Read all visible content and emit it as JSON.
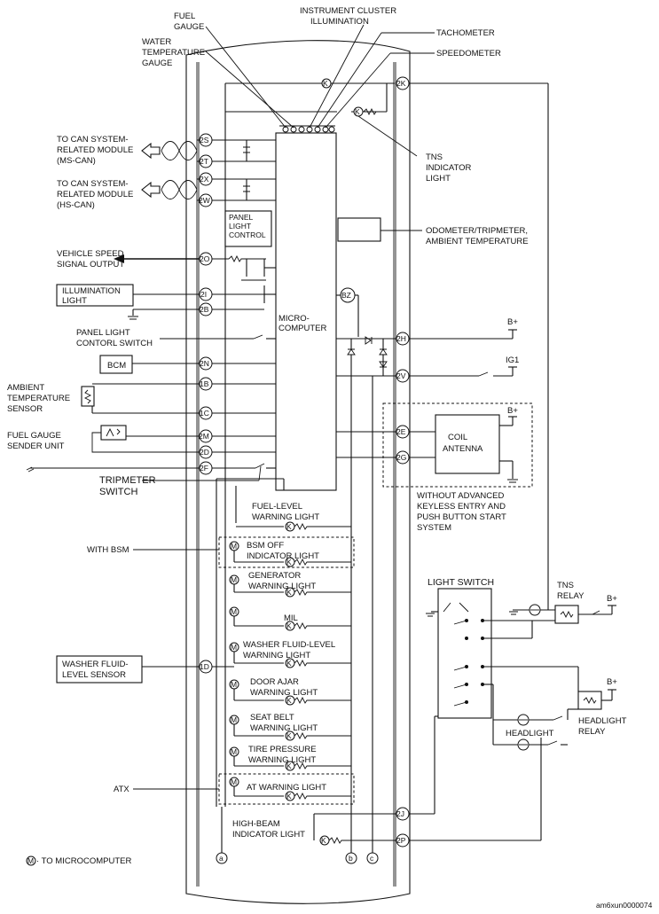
{
  "labels": {
    "fuel_gauge": [
      "FUEL",
      "GAUGE"
    ],
    "instrument_cluster_illumination": [
      "INSTRUMENT CLUSTER",
      "ILLUMINATION"
    ],
    "tachometer": "TACHOMETER",
    "speedometer": "SPEEDOMETER",
    "water_temperature_gauge": [
      "WATER",
      "TEMPERATURE",
      "GAUGE"
    ],
    "to_can_ms": [
      "TO CAN SYSTEM-",
      "RELATED MODULE",
      "(MS-CAN)"
    ],
    "to_can_hs": [
      "TO CAN SYSTEM-",
      "RELATED MODULE",
      "(HS-CAN)"
    ],
    "tns_indicator_light": [
      "TNS",
      "INDICATOR",
      "LIGHT"
    ],
    "panel_light_control": [
      "PANEL",
      "LIGHT",
      "CONTROL"
    ],
    "odometer": [
      "ODOMETER/TRIPMETER,",
      "AMBIENT TEMPERATURE"
    ],
    "vehicle_speed_signal_output": [
      "VEHICLE SPEED",
      "SIGNAL OUTPUT"
    ],
    "illumination_light": [
      "ILLUMINATION",
      "LIGHT"
    ],
    "micro_computer": [
      "MICRO-",
      "COMPUTER"
    ],
    "bz": "BZ",
    "panel_light_control_switch": [
      "PANEL LIGHT",
      "CONTORL SWITCH"
    ],
    "bcm": "BCM",
    "b_plus": "B+",
    "ig1": "IG1",
    "ambient_temperature_sensor": [
      "AMBIENT",
      "TEMPERATURE",
      "SENSOR"
    ],
    "coil_antenna": [
      "COIL",
      "ANTENNA"
    ],
    "fuel_gauge_sender_unit": [
      "FUEL GAUGE",
      "SENDER UNIT"
    ],
    "tripmeter_switch": [
      "TRIPMETER",
      "SWITCH"
    ],
    "without_advanced_keyless": [
      "WITHOUT ADVANCED",
      "KEYLESS ENTRY AND",
      "PUSH BUTTON START",
      "SYSTEM"
    ],
    "fuel_level_warning_light": [
      "FUEL-LEVEL",
      "WARNING LIGHT"
    ],
    "with_bsm": "WITH BSM",
    "bsm_off_indicator_light": [
      "BSM OFF",
      "INDICATOR LIGHT"
    ],
    "generator_warning_light": [
      "GENERATOR",
      "WARNING LIGHT"
    ],
    "mil": "MIL",
    "washer_fluid_level_warning_light": [
      "WASHER FLUID-LEVEL",
      "WARNING LIGHT"
    ],
    "washer_fluid_level_sensor": [
      "WASHER FLUID-",
      "LEVEL SENSOR"
    ],
    "door_ajar_warning_light": [
      "DOOR AJAR",
      "WARNING LIGHT"
    ],
    "seat_belt_warning_light": [
      "SEAT BELT",
      "WARNING LIGHT"
    ],
    "tire_pressure_warning_light": [
      "TIRE PRESSURE",
      "WARNING LIGHT"
    ],
    "atx": "ATX",
    "at_warning_light": "AT WARNING LIGHT",
    "high_beam_indicator_light": [
      "HIGH-BEAM",
      "INDICATOR LIGHT"
    ],
    "light_switch": "LIGHT SWITCH",
    "tns_relay": [
      "TNS",
      "RELAY"
    ],
    "headlight": "HEADLIGHT",
    "headlight_relay": [
      "HEADLIGHT",
      "RELAY"
    ],
    "legend_m_symbol": "M",
    "legend_to_microcomputer": "· TO MICROCOMPUTER",
    "image_code": "am6xun0000074"
  },
  "connectors": {
    "2K": "2K",
    "2S": "2S",
    "2T": "2T",
    "2X": "2X",
    "2W": "2W",
    "2O": "2O",
    "2I": "2I",
    "2B": "2B",
    "2H": "2H",
    "2N": "2N",
    "1B": "1B",
    "2V": "2V",
    "1C": "1C",
    "2E": "2E",
    "2M": "2M",
    "2D": "2D",
    "2G": "2G",
    "2F": "2F",
    "1D": "1D",
    "2J": "2J",
    "2P": "2P",
    "a": "a",
    "b": "b",
    "c": "c"
  },
  "colors": {
    "line": "#111111",
    "background": "#ffffff"
  }
}
